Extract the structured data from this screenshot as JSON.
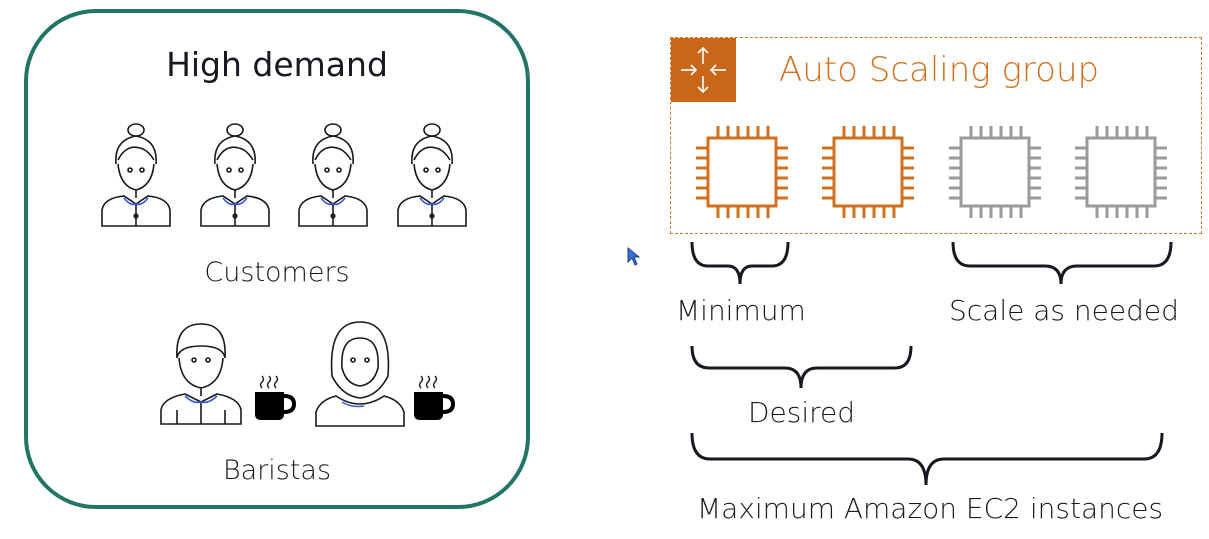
{
  "demand": {
    "title": "High demand",
    "customers_label": "Customers",
    "baristas_label": "Baristas"
  },
  "asg": {
    "title": "Auto Scaling group",
    "icon": "auto-scaling-arrows-icon",
    "active_instances": 2,
    "inactive_instances": 2
  },
  "brackets": {
    "minimum": "Minimum",
    "scale": "Scale as needed",
    "desired": "Desired",
    "maximum": "Maximum Amazon EC2 instances"
  },
  "colors": {
    "frame": "#227566",
    "orange": "#d2701f",
    "orange_dark": "#c8661a",
    "inactive": "#9a9a9a",
    "accent_blue": "#3b5bd6"
  }
}
